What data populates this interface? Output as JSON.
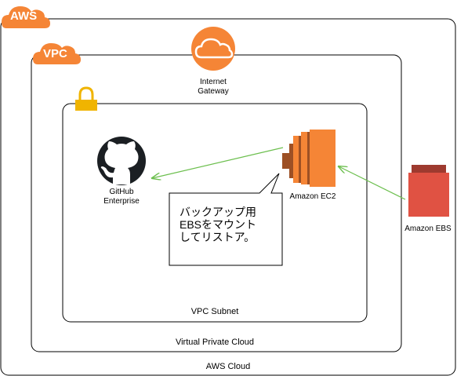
{
  "aws_badge": "AWS",
  "vpc_badge": "VPC",
  "internet_gateway_label": "Internet\nGateway",
  "github_label": "GitHub\nEnterprise",
  "ec2_label": "Amazon EC2",
  "ebs_label": "Amazon EBS",
  "callout_lines": [
    "バックアップ用",
    "EBSをマウント",
    "してリストア。"
  ],
  "vpc_subnet_label": "VPC Subnet",
  "vpc_label": "Virtual Private Cloud",
  "aws_cloud_label": "AWS Cloud",
  "colors": {
    "aws_orange": "#f58536",
    "ebs_red": "#e05243",
    "arrow_green": "#6cbf4e",
    "lock_gold": "#f0b400"
  },
  "icons": [
    "cloud-icon",
    "lock-icon",
    "github-icon",
    "ec2-icon",
    "ebs-icon"
  ]
}
